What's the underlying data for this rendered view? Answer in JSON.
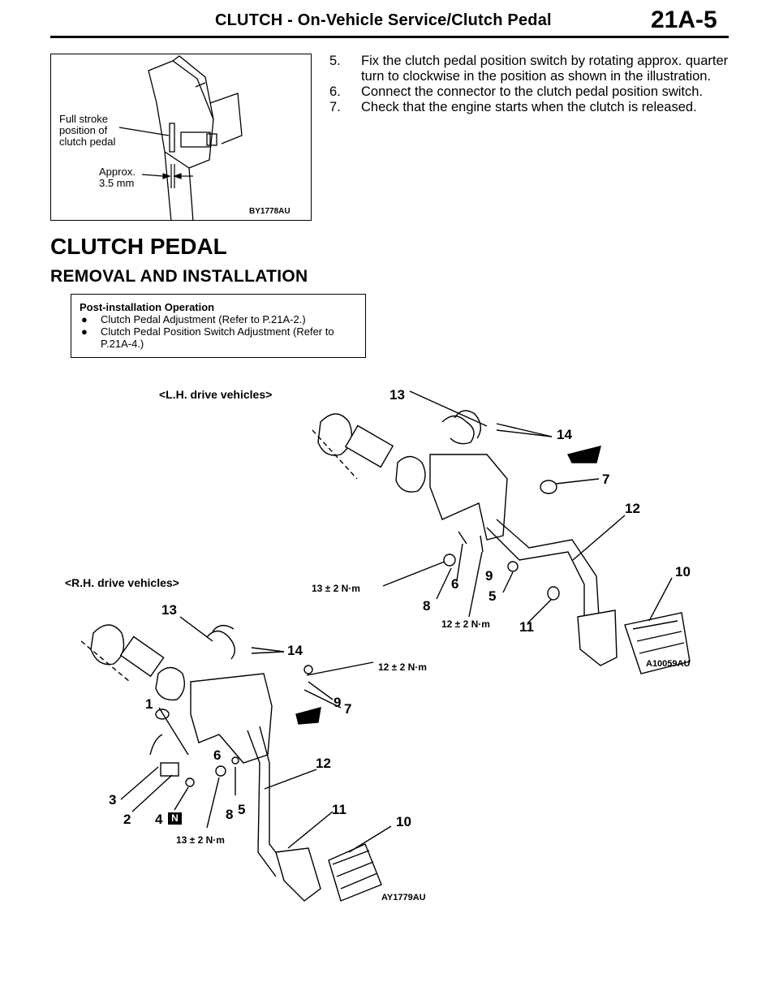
{
  "header": {
    "title": "CLUTCH - On-Vehicle Service/Clutch Pedal",
    "page": "21A-5"
  },
  "top_figure": {
    "label_full_stroke": [
      "Full stroke",
      "position of",
      "clutch pedal"
    ],
    "label_approx": [
      "Approx.",
      "3.5 mm"
    ],
    "code": "BY1778AU"
  },
  "steps": [
    {
      "num": "5.",
      "text": "Fix the clutch pedal position switch by rotating approx. quarter turn to clockwise in the position as shown in the illustration."
    },
    {
      "num": "6.",
      "text": "Connect the connector to the clutch pedal position switch."
    },
    {
      "num": "7.",
      "text": "Check that the engine starts when the clutch is released."
    }
  ],
  "section_title": "CLUTCH PEDAL",
  "subsection_title": "REMOVAL AND INSTALLATION",
  "post_install": {
    "title": "Post-installation Operation",
    "bullet": "●",
    "items": [
      "Clutch Pedal Adjustment (Refer to P.21A-2.)",
      "Clutch Pedal Position Switch Adjustment (Refer to P.21A-4.)"
    ]
  },
  "diagram": {
    "lh_caption": "<L.H. drive vehicles>",
    "rh_caption": "<R.H. drive vehicles>",
    "lh_code": "A10059AU",
    "rh_code": "AY1779AU",
    "torque_13": "13 ± 2 N·m",
    "torque_12": "12 ± 2 N·m",
    "lh_labels": [
      "13",
      "14",
      "7",
      "12",
      "10",
      "9",
      "6",
      "8",
      "5",
      "11"
    ],
    "rh_labels": [
      "13",
      "14",
      "1",
      "9",
      "7",
      "6",
      "12",
      "3",
      "2",
      "4",
      "8",
      "5",
      "11",
      "10"
    ],
    "n_mark": "N"
  }
}
